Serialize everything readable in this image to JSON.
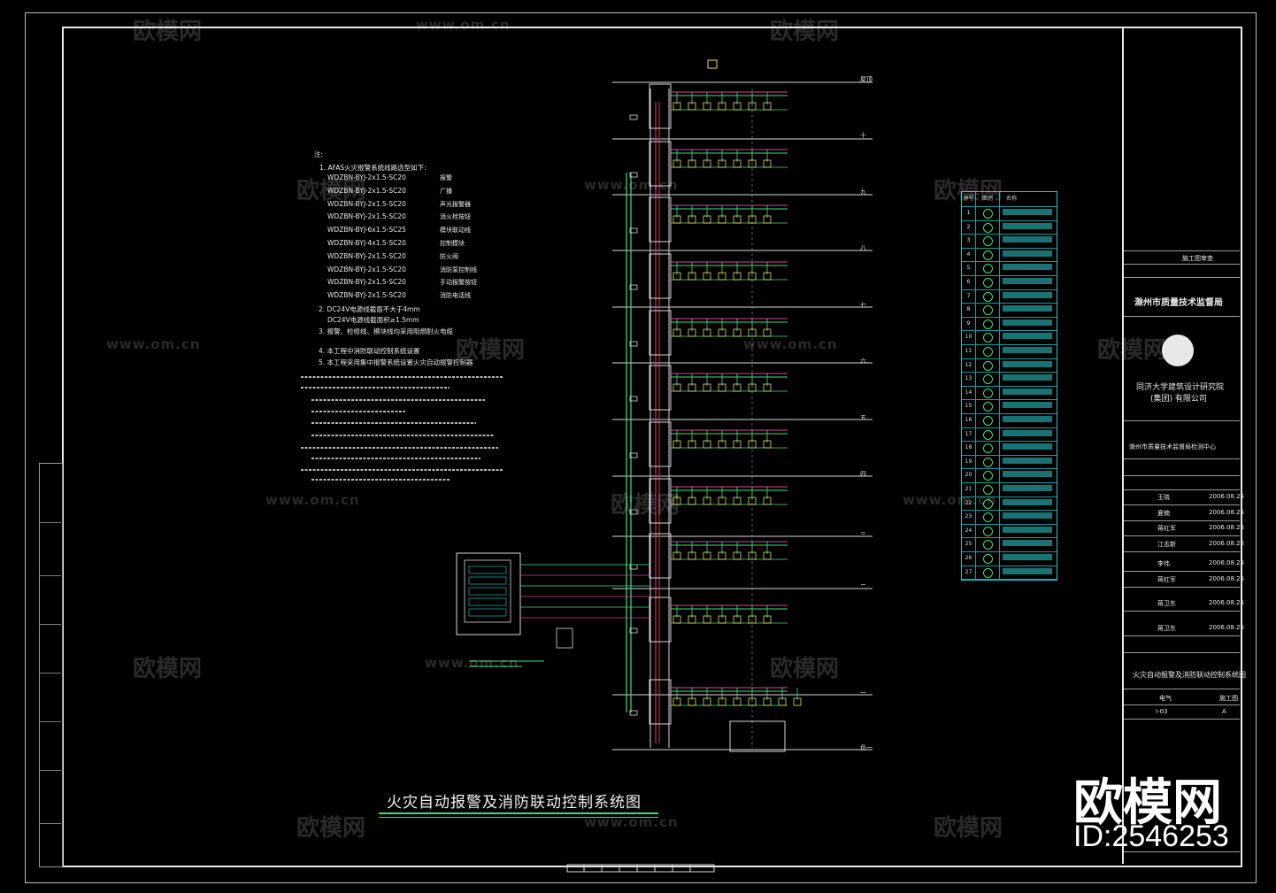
{
  "drawing": {
    "title": "火灾自动报警及消防联动控制系统图",
    "notes_header": "注:",
    "notes": [
      "1. AFAS火灾报警系统线路选型如下:",
      "2. DC24V电源线截面不大于4mm",
      "3. 报警、检修线、模块线均采用阻燃耐火电缆",
      "4. 本工程中消防联动控制系统设置",
      "5. 本工程采用集中报警系统设置火灾自动报警控制器"
    ],
    "cables": [
      {
        "spec": "WDZBN-BYJ-2x1.5-SC20",
        "desc": "报警"
      },
      {
        "spec": "WDZBN-BYJ-2x1.5-SC20",
        "desc": "广播"
      },
      {
        "spec": "WDZBN-BYJ-2x1.5-SC20",
        "desc": "声光报警器"
      },
      {
        "spec": "WDZBN-BYJ-2x1.5-SC20",
        "desc": "消火栓按钮"
      },
      {
        "spec": "WDZBN-BYJ-6x1.5-SC25",
        "desc": "模块联动线"
      },
      {
        "spec": "WDZBN-BYJ-4x1.5-SC20",
        "desc": "控制模块"
      },
      {
        "spec": "WDZBN-BYJ-2x1.5-SC20",
        "desc": "防火阀"
      },
      {
        "spec": "WDZBN-BYJ-2x1.5-SC20",
        "desc": "消防泵控制线"
      },
      {
        "spec": "WDZBN-BYJ-2x1.5-SC20",
        "desc": "手动报警按钮"
      },
      {
        "spec": "WDZBN-BYJ-2x1.5-SC20",
        "desc": "消防电话线"
      }
    ],
    "dc_note": "DC24V电源线截面不大于4mm",
    "dc_note2": "DC24V电源线截面积≥1.5mm",
    "floor_labels": [
      "屋顶",
      "十",
      "九",
      "八",
      "七",
      "六",
      "五",
      "四",
      "三",
      "二",
      "一",
      "负一"
    ],
    "legend_header": [
      "序号",
      "图例",
      "名称"
    ],
    "legend_rows": 27
  },
  "title_block": {
    "approval": "施工图审查",
    "org1": "滁州市质量技术监督局",
    "designer": "同济大学建筑设计研究院",
    "designer2": "(集团) 有限公司",
    "project": "滁州市质量技术监督局检测中心",
    "sign1": "王晓",
    "sign2": "夏楠",
    "sign3": "蒋红军",
    "sign4": "江志新",
    "sign5": "李伟",
    "sign6": "蒋红军",
    "sign7": "蒋卫东",
    "sign8": "蒋卫东",
    "date": "2006.08.25",
    "drawing_name": "火灾自动报警及消防联动控制系统图",
    "drawing_no": "I-03",
    "discipline": "电气",
    "revision": "A",
    "stage": "施工图"
  },
  "watermark": {
    "cn": "欧模网",
    "url": "www.om.cn",
    "logo": "欧模网",
    "id": "ID:2546253"
  }
}
